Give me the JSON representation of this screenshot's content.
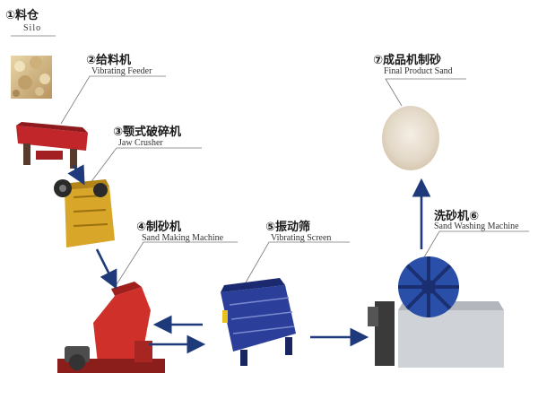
{
  "steps": [
    {
      "cn": "①料仓",
      "en": "Silo"
    },
    {
      "cn": "②给料机",
      "en": "Vibrating Feeder"
    },
    {
      "cn": "③颚式破碎机",
      "en": "Jaw Crusher"
    },
    {
      "cn": "④制砂机",
      "en": "Sand Making Machine"
    },
    {
      "cn": "⑤振动筛",
      "en": "Vibrating Screen"
    },
    {
      "cn": "洗砂机⑥",
      "en": "Sand Washing Machine"
    },
    {
      "cn": "⑦成品机制砂",
      "en": "Final Product Sand"
    }
  ],
  "colors": {
    "feeder_red": "#c0262a",
    "crusher_yellow": "#d8a628",
    "sand_maker_red": "#d0302a",
    "screen_blue": "#2a3e9a",
    "washer_blue": "#2a4fa8",
    "arrow_blue": "#1e3a7a",
    "sand": "#e6dccd"
  }
}
